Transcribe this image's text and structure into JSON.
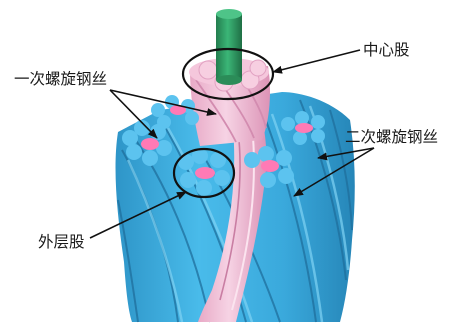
{
  "labels": {
    "center_strand": "中心股",
    "primary_spiral_wire": "一次螺旋钢丝",
    "secondary_spiral_wire": "二次螺旋钢丝",
    "outer_layer": "外层股"
  },
  "colors": {
    "core_rod": "#2f9a63",
    "inner_strand": "#f0c2d8",
    "outer_strand": "#3db1e2",
    "wire_center": "#ff7ab5",
    "annotation": "#111111"
  }
}
